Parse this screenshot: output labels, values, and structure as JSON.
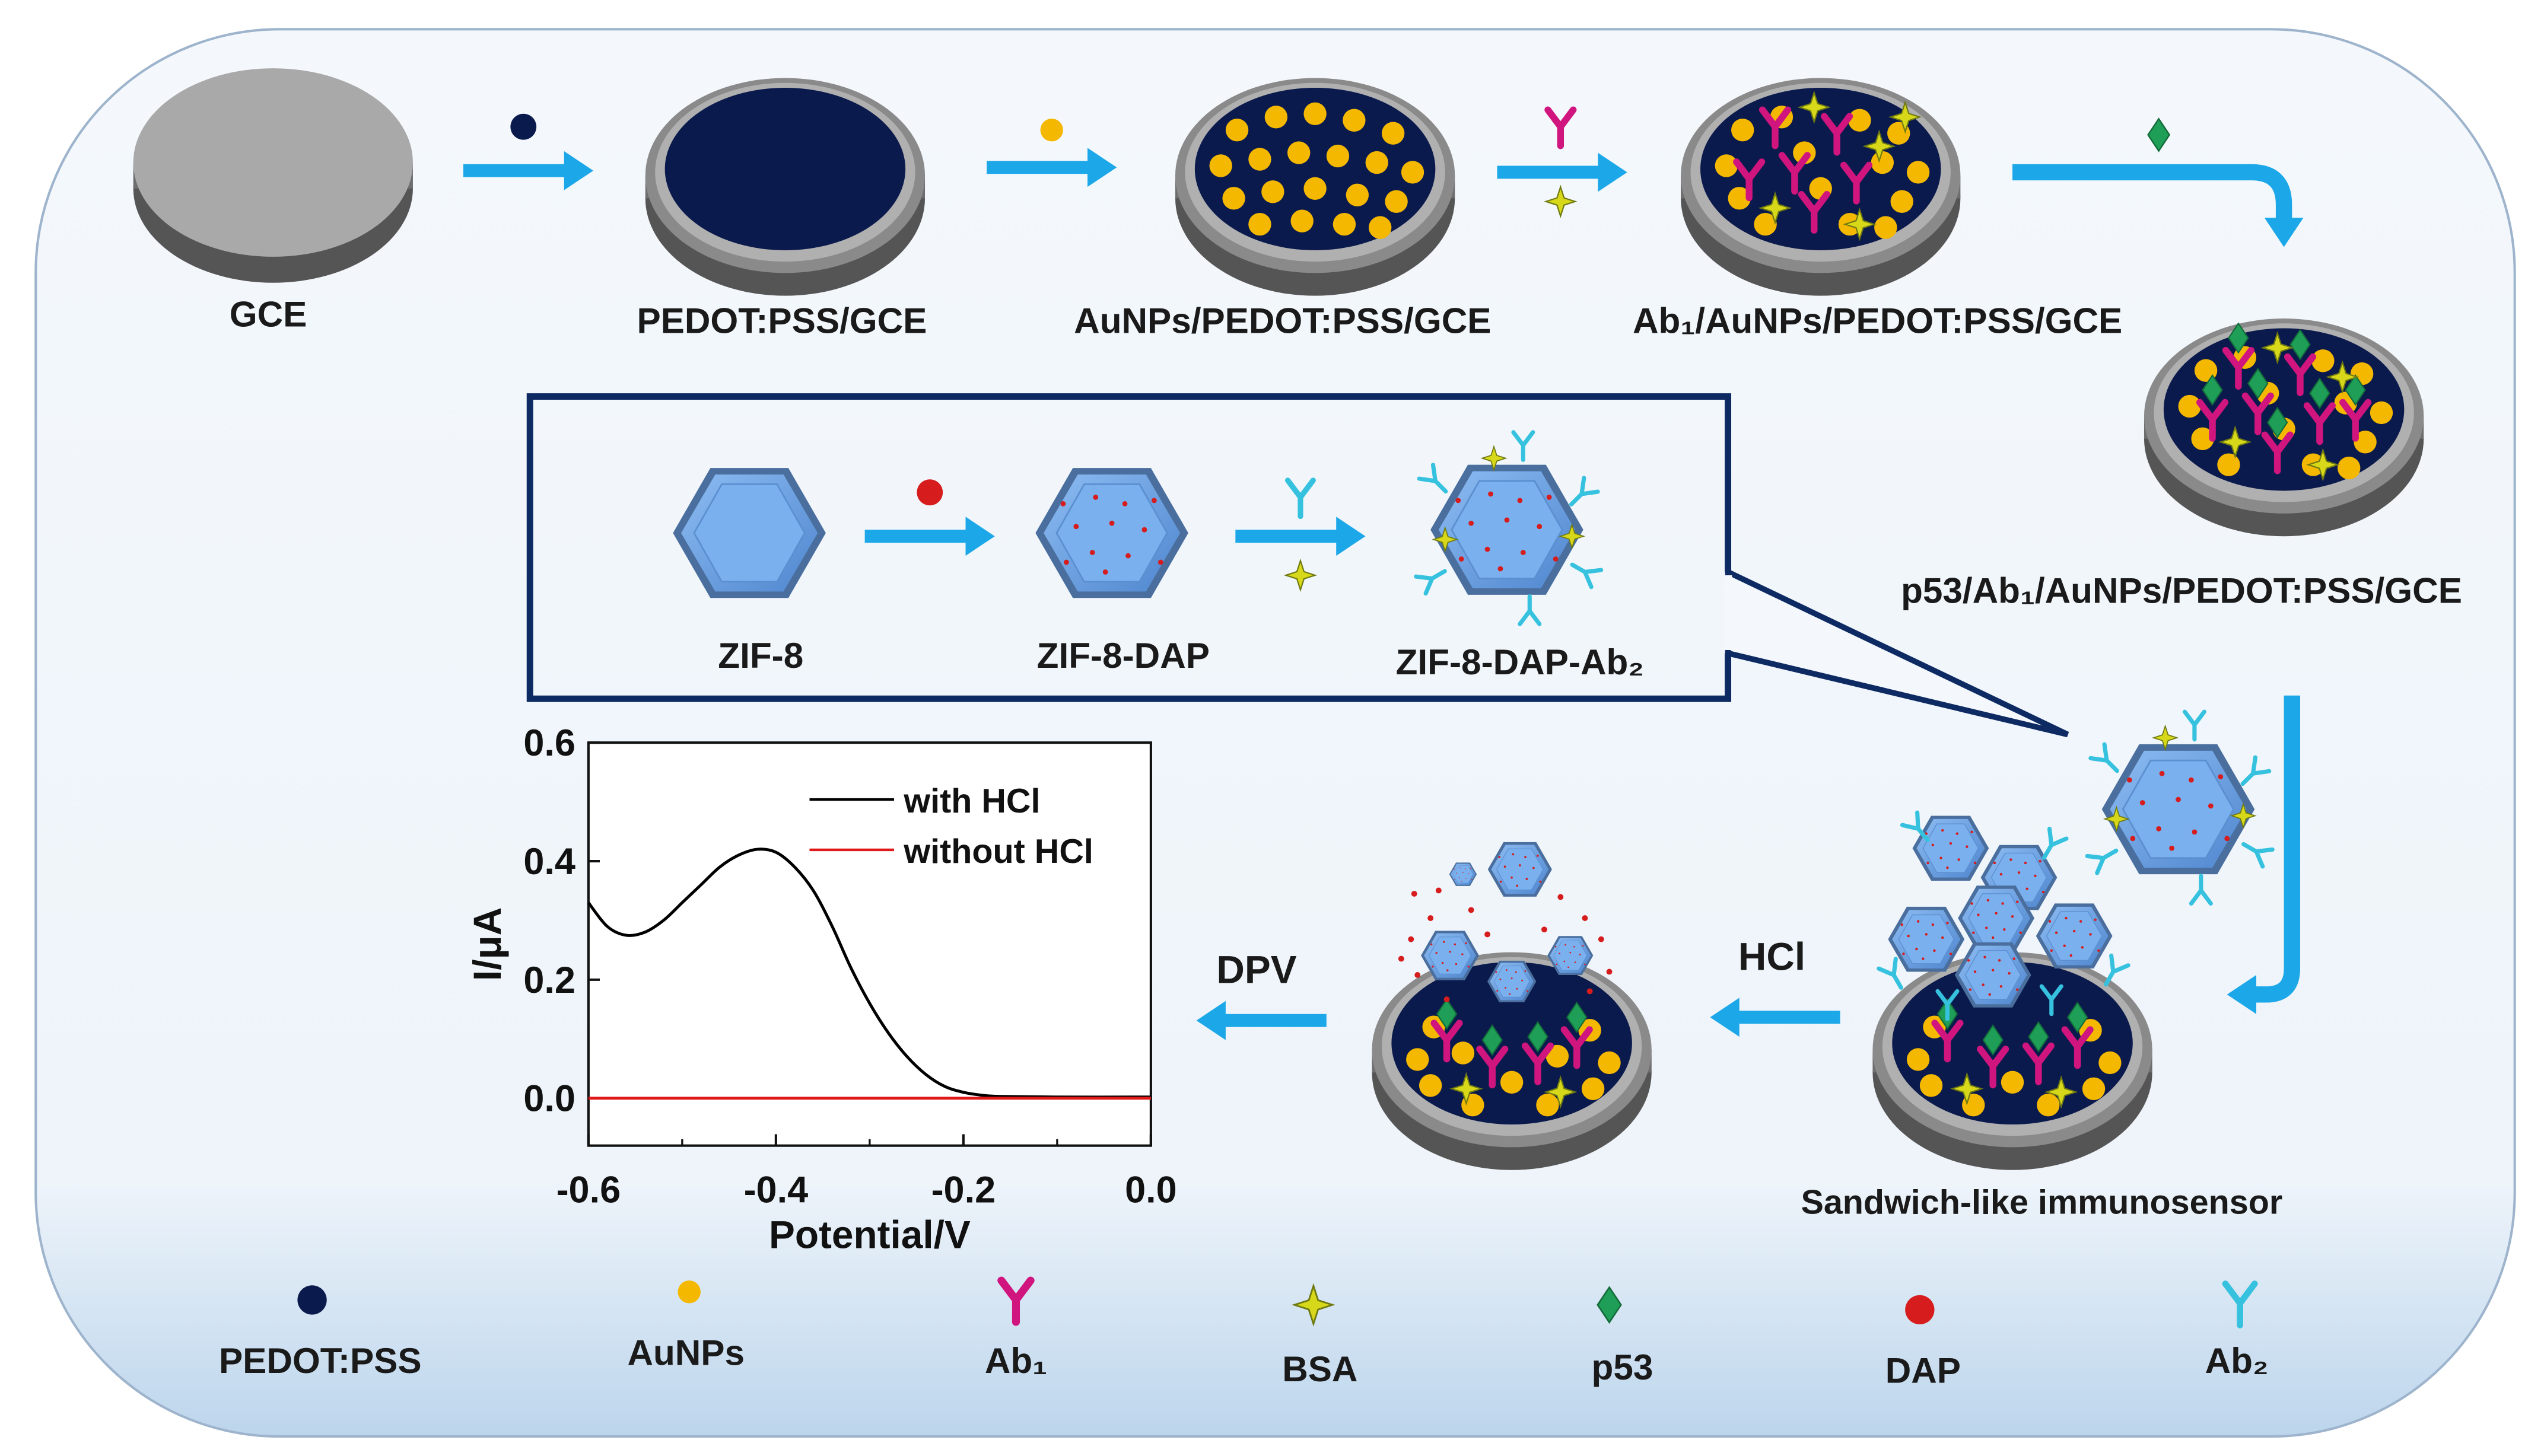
{
  "colors": {
    "pedot": "#0b1a4d",
    "gold": "#f5b800",
    "ab1": "#d0157f",
    "bsa": "#c9c90f",
    "p53": "#1f9e57",
    "dap": "#d61c1c",
    "ab2": "#36c2de",
    "arrow": "#1ca8e8",
    "zif": "#6aa3e6",
    "frame": "#0d2a63",
    "gce_top": "#a9a9a9",
    "gce_side": "#6e6e6e"
  },
  "steps": {
    "gce": "GCE",
    "pedot_gce": "PEDOT:PSS/GCE",
    "au_pedot_gce": "AuNPs/PEDOT:PSS/GCE",
    "ab1_au_pedot_gce": "Ab₁/AuNPs/PEDOT:PSS/GCE",
    "p53_ab1_au_pedot_gce": "p53/Ab₁/AuNPs/PEDOT:PSS/GCE",
    "sandwich": "Sandwich-like  immunosensor",
    "hcl": "HCl",
    "dpv": "DPV"
  },
  "inset": {
    "zif8": "ZIF-8",
    "zif8_dap": "ZIF-8-DAP",
    "zif8_dap_ab2": "ZIF-8-DAP-Ab₂"
  },
  "legend": {
    "pedot": "PEDOT:PSS",
    "aunps": "AuNPs",
    "ab1": "Ab₁",
    "bsa": "BSA",
    "p53": "p53",
    "dap": "DAP",
    "ab2": "Ab₂"
  },
  "chart_data": {
    "type": "line",
    "xlabel": "Potential/V",
    "ylabel": "I/μA",
    "xlim": [
      -0.6,
      0.0
    ],
    "ylim": [
      -0.08,
      0.6
    ],
    "xticks": [
      "-0.6",
      "-0.4",
      "-0.2",
      "0.0"
    ],
    "xtick_values": [
      -0.6,
      -0.4,
      -0.2,
      0.0
    ],
    "yticks": [
      "0.0",
      "0.2",
      "0.4",
      "0.6"
    ],
    "ytick_values": [
      0.0,
      0.2,
      0.4,
      0.6
    ],
    "legend_position": "top-right",
    "series": [
      {
        "name": "with HCl",
        "color": "#000000",
        "x": [
          -0.6,
          -0.58,
          -0.56,
          -0.54,
          -0.52,
          -0.5,
          -0.48,
          -0.46,
          -0.44,
          -0.42,
          -0.4,
          -0.38,
          -0.36,
          -0.34,
          -0.32,
          -0.3,
          -0.28,
          -0.26,
          -0.24,
          -0.22,
          -0.2,
          -0.18,
          -0.16,
          -0.1,
          0.0
        ],
        "y": [
          0.33,
          0.29,
          0.275,
          0.28,
          0.3,
          0.33,
          0.36,
          0.39,
          0.41,
          0.42,
          0.415,
          0.39,
          0.35,
          0.29,
          0.22,
          0.16,
          0.11,
          0.07,
          0.04,
          0.02,
          0.01,
          0.005,
          0.003,
          0.002,
          0.002
        ]
      },
      {
        "name": "without HCl",
        "color": "#e01818",
        "x": [
          -0.6,
          0.0
        ],
        "y": [
          0.0,
          0.0
        ]
      }
    ]
  }
}
